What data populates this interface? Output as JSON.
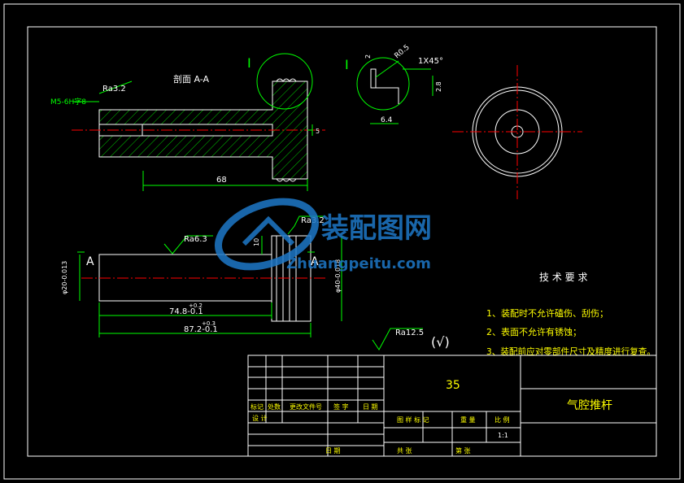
{
  "colors": {
    "background": "#000000",
    "frame": "#ffffff",
    "dim": "#00ff00",
    "center": "#ff0000",
    "text_yellow": "#ffff00",
    "text_white": "#ffffff",
    "outline_white": "#ffffff",
    "watermark": "#1e78c8"
  },
  "section_view": {
    "title": "剖面 A-A",
    "thread_label": "M5-6H字8",
    "roughness": "Ra3.2",
    "length_dim": "68",
    "small_dim": "5"
  },
  "detail_view": {
    "marker": "Ⅰ",
    "marker_right": "Ⅰ",
    "radius": "R0.5",
    "chamfer": "1X45°",
    "dim_top": "2",
    "dim_side": "2.8",
    "dim_bottom": "6.4"
  },
  "front_view": {
    "roughness_top": "Ra6.3",
    "roughness_flange": "Ra3.2",
    "section_mark_left": "A",
    "section_mark_right": "A",
    "dia_small": "φ20-0.013",
    "dia_large": "φ40-0.018",
    "flange_dim": "10",
    "len1": "74.8-0.1",
    "len1_tol": "+0.2",
    "len2": "87.2-0.1",
    "len2_tol": "+0.3"
  },
  "general_roughness": {
    "label": "Ra12.5",
    "symbol": "(√)"
  },
  "tech_req": {
    "title": "技 术 要 求",
    "items": [
      "1、装配时不允许磕伤、刮伤；",
      "2、表面不允许有锈蚀；",
      "3、装配前应对零部件尺寸及精度进行复查。"
    ]
  },
  "title_block": {
    "material": "35",
    "part_name": "气腔推杆",
    "scale": "1:1",
    "hdr_mark": "标记",
    "hdr_count": "处数",
    "hdr_doc": "更改文件号",
    "hdr_sign": "签 字",
    "hdr_date": "日 期",
    "design": "设 计",
    "date2": "日 期",
    "stage_mark": "图 样 标 记",
    "weight": "重 量",
    "scale_label": "比 例",
    "sheet_total": "共 张",
    "sheet_no": "第 张"
  },
  "watermark": {
    "cn": "装配图网",
    "url": "Zhuangpeitu.com"
  }
}
